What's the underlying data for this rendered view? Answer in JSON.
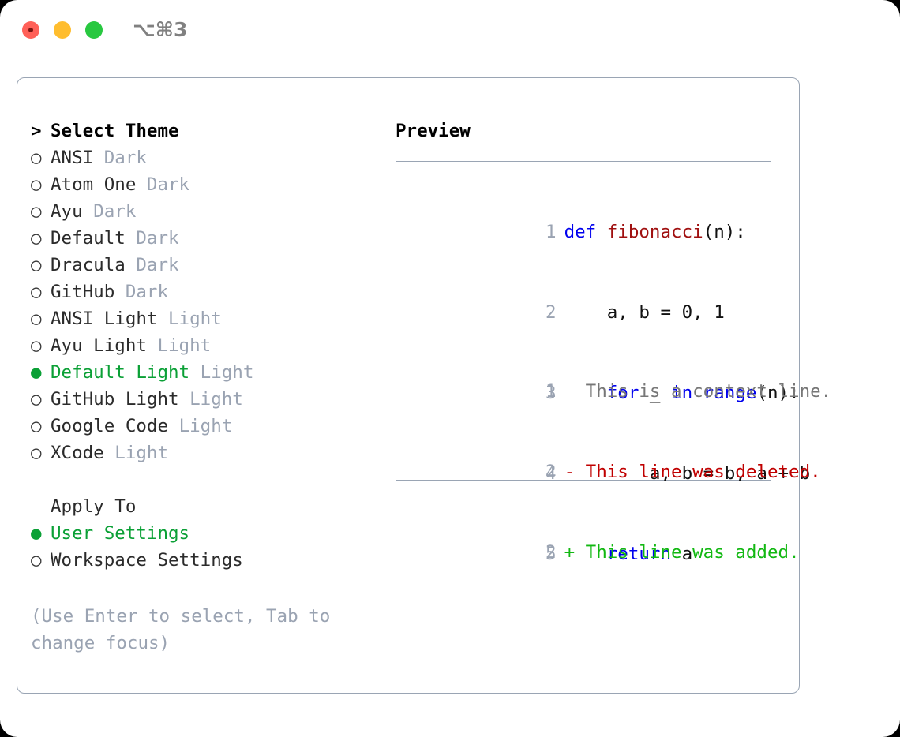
{
  "window": {
    "shortcut_label": "⌥⌘3",
    "traffic_lights": [
      {
        "name": "close",
        "color": "#ff6058"
      },
      {
        "name": "minimize",
        "color": "#ffbd2e"
      },
      {
        "name": "maximize",
        "color": "#28c840"
      }
    ]
  },
  "colors": {
    "accent_green": "#0ba036",
    "muted": "#9aa3b2",
    "border": "#9aa5b4",
    "keyword_blue": "#0000ee",
    "function_red": "#a01010",
    "diff_add": "#12b812",
    "diff_del": "#c00000"
  },
  "theme_panel": {
    "header": {
      "marker": ">",
      "label": "Select Theme"
    },
    "items": [
      {
        "marker": "○",
        "name": "ANSI",
        "variant": "Dark",
        "selected": false
      },
      {
        "marker": "○",
        "name": "Atom One",
        "variant": "Dark",
        "selected": false
      },
      {
        "marker": "○",
        "name": "Ayu",
        "variant": "Dark",
        "selected": false
      },
      {
        "marker": "○",
        "name": "Default",
        "variant": "Dark",
        "selected": false
      },
      {
        "marker": "○",
        "name": "Dracula",
        "variant": "Dark",
        "selected": false
      },
      {
        "marker": "○",
        "name": "GitHub",
        "variant": "Dark",
        "selected": false
      },
      {
        "marker": "○",
        "name": "ANSI Light",
        "variant": "Light",
        "selected": false
      },
      {
        "marker": "○",
        "name": "Ayu Light",
        "variant": "Light",
        "selected": false
      },
      {
        "marker": "●",
        "name": "Default Light",
        "variant": "Light",
        "selected": true
      },
      {
        "marker": "○",
        "name": "GitHub Light",
        "variant": "Light",
        "selected": false
      },
      {
        "marker": "○",
        "name": "Google Code",
        "variant": "Light",
        "selected": false
      },
      {
        "marker": "○",
        "name": "XCode",
        "variant": "Light",
        "selected": false
      }
    ]
  },
  "apply_to": {
    "header": {
      "marker": "",
      "label": "Apply To"
    },
    "options": [
      {
        "marker": "●",
        "label": "User Settings",
        "selected": true
      },
      {
        "marker": "○",
        "label": "Workspace Settings",
        "selected": false
      }
    ]
  },
  "hint": "(Use Enter to select, Tab to change focus)",
  "preview": {
    "title": "Preview",
    "code_lines": [
      {
        "no": "1",
        "tokens": [
          {
            "t": "def ",
            "c": "kw"
          },
          {
            "t": "fibonacci",
            "c": "fn"
          },
          {
            "t": "(n):",
            "c": "plain"
          }
        ]
      },
      {
        "no": "2",
        "tokens": [
          {
            "t": "    a, b = 0, 1",
            "c": "plain"
          }
        ]
      },
      {
        "no": "3",
        "tokens": [
          {
            "t": "    ",
            "c": "plain"
          },
          {
            "t": "for",
            "c": "kw"
          },
          {
            "t": " _ ",
            "c": "plain"
          },
          {
            "t": "in",
            "c": "kw"
          },
          {
            "t": " ",
            "c": "plain"
          },
          {
            "t": "range",
            "c": "kw"
          },
          {
            "t": "(n):",
            "c": "plain"
          }
        ]
      },
      {
        "no": "4",
        "tokens": [
          {
            "t": "        a, b = b, a + b",
            "c": "plain"
          }
        ]
      },
      {
        "no": "5",
        "tokens": [
          {
            "t": "    ",
            "c": "plain"
          },
          {
            "t": "return",
            "c": "kw"
          },
          {
            "t": " a",
            "c": "plain"
          }
        ]
      }
    ],
    "diff_lines": [
      {
        "no": "1",
        "sign": " ",
        "text": "This is a context line.",
        "kind": "ctx"
      },
      {
        "no": "2",
        "sign": "-",
        "text": "This line was deleted.",
        "kind": "del"
      },
      {
        "no": "2",
        "sign": "+",
        "text": "This line was added.",
        "kind": "add"
      }
    ]
  }
}
